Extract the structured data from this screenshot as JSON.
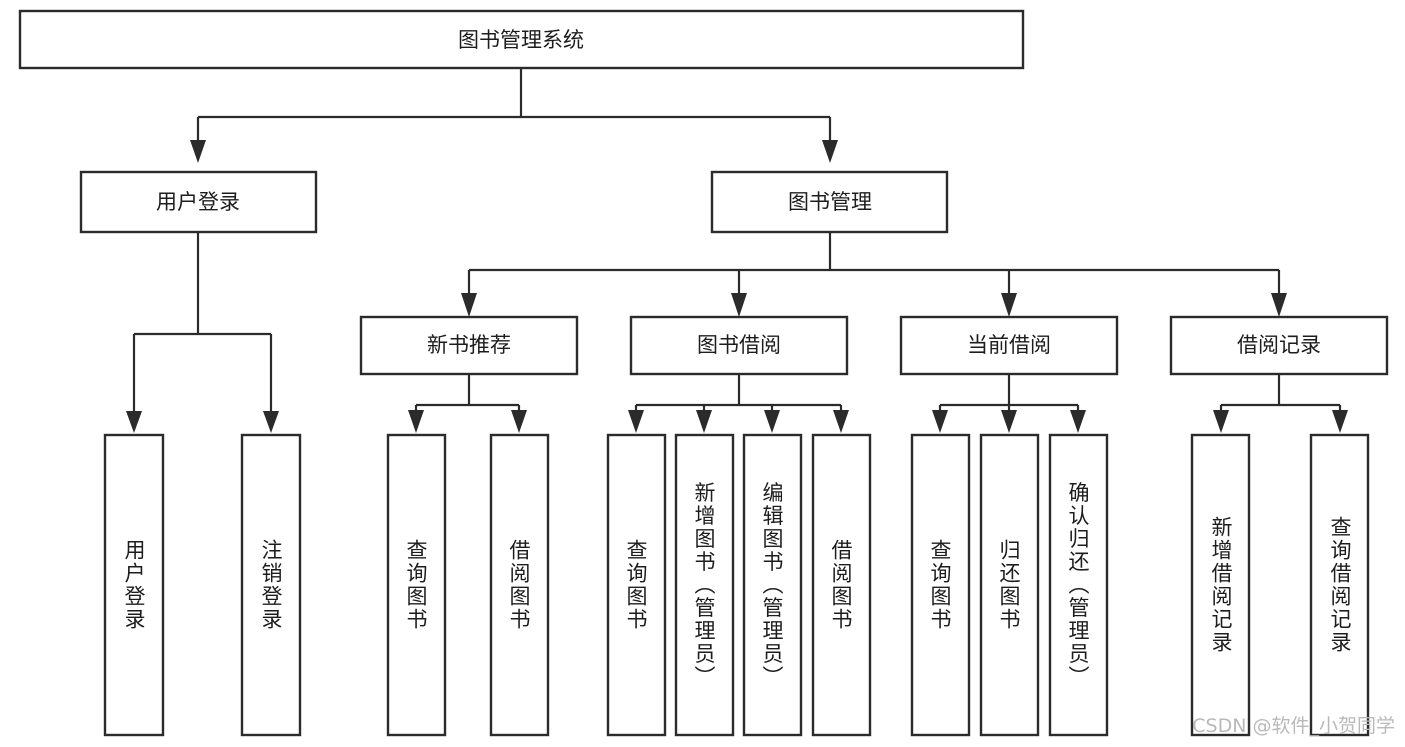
{
  "diagram": {
    "title": "图书管理系统",
    "type": "hierarchy-tree",
    "root": {
      "label": "图书管理系统",
      "orientation": "horizontal"
    },
    "level2": [
      {
        "label": "用户登录",
        "orientation": "horizontal"
      },
      {
        "label": "图书管理",
        "orientation": "horizontal"
      }
    ],
    "level3": [
      {
        "label": "新书推荐",
        "orientation": "horizontal"
      },
      {
        "label": "图书借阅",
        "orientation": "horizontal"
      },
      {
        "label": "当前借阅",
        "orientation": "horizontal"
      },
      {
        "label": "借阅记录",
        "orientation": "horizontal"
      }
    ],
    "leaves": {
      "user_login": [
        {
          "label": "用户登录",
          "orientation": "vertical"
        },
        {
          "label": "注销登录",
          "orientation": "vertical"
        }
      ],
      "new_book_recommend": [
        {
          "label": "查询图书",
          "orientation": "vertical"
        },
        {
          "label": "借阅图书",
          "orientation": "vertical"
        }
      ],
      "book_borrow": [
        {
          "label": "查询图书",
          "orientation": "vertical"
        },
        {
          "label": "新增图书（管理员）",
          "orientation": "vertical"
        },
        {
          "label": "编辑图书（管理员）",
          "orientation": "vertical"
        },
        {
          "label": "借阅图书",
          "orientation": "vertical"
        }
      ],
      "current_borrow": [
        {
          "label": "查询图书",
          "orientation": "vertical"
        },
        {
          "label": "归还图书",
          "orientation": "vertical"
        },
        {
          "label": "确认归还（管理员）",
          "orientation": "vertical"
        }
      ],
      "borrow_record": [
        {
          "label": "新增借阅记录",
          "orientation": "vertical"
        },
        {
          "label": "查询借阅记录",
          "orientation": "vertical"
        }
      ]
    }
  },
  "watermark": {
    "text": "CSDN @软件_小贺同学"
  },
  "colors": {
    "background": "#ffffff",
    "box_stroke": "#2b2b2b",
    "box_fill": "#ffffff",
    "text": "#1d1d1d",
    "connector": "#2b2b2b",
    "watermark": "#b9b9b9"
  }
}
